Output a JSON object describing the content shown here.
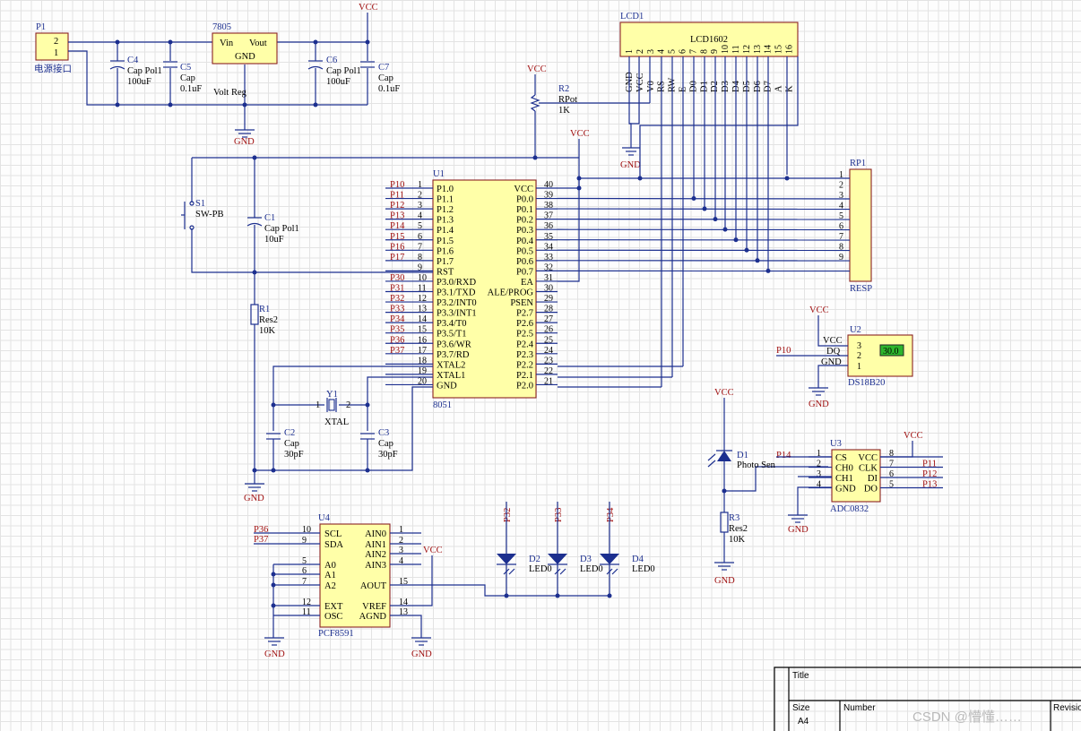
{
  "power": {
    "VCC": "VCC",
    "GND": "GND",
    "p1": {
      "ref": "P1",
      "name": "电源接口",
      "pin1": "1",
      "pin2": "2"
    },
    "reg": {
      "part": "7805",
      "vin": "Vin",
      "vout": "Vout",
      "gnd": "GND",
      "name": "Volt Reg"
    },
    "c4": {
      "ref": "C4",
      "type": "Cap Pol1",
      "value": "100uF"
    },
    "c5": {
      "ref": "C5",
      "type": "Cap",
      "value": "0.1uF"
    },
    "c6": {
      "ref": "C6",
      "type": "Cap Pol1",
      "value": "100uF"
    },
    "c7": {
      "ref": "C7",
      "type": "Cap",
      "value": "0.1uF"
    }
  },
  "lcd": {
    "ref": "LCD1",
    "part": "LCD1602",
    "pin_nums": [
      "1",
      "2",
      "3",
      "4",
      "5",
      "6",
      "7",
      "8",
      "9",
      "10",
      "11",
      "12",
      "13",
      "14",
      "15",
      "16"
    ],
    "pin_names": [
      "GND",
      "VCC",
      "V0",
      "RS",
      "RW",
      "E",
      "D0",
      "D1",
      "D2",
      "D3",
      "D4",
      "D5",
      "D6",
      "D7",
      "A",
      "K"
    ]
  },
  "r2": {
    "ref": "R2",
    "type": "RPot",
    "value": "1K"
  },
  "rp1": {
    "ref": "RP1",
    "name": "RESP",
    "pins": [
      "1",
      "2",
      "3",
      "4",
      "5",
      "6",
      "7",
      "8",
      "9"
    ]
  },
  "mcu": {
    "ref": "U1",
    "part": "8051",
    "left_nets": [
      "P10",
      "P11",
      "P12",
      "P13",
      "P14",
      "P15",
      "P16",
      "P17",
      "",
      "P30",
      "P31",
      "P32",
      "P33",
      "P34",
      "P35",
      "P36",
      "P37"
    ],
    "left_nums": [
      "1",
      "2",
      "3",
      "4",
      "5",
      "6",
      "7",
      "8",
      "9",
      "10",
      "11",
      "12",
      "13",
      "14",
      "15",
      "16",
      "17",
      "18",
      "19",
      "20"
    ],
    "left_names": [
      "P1.0",
      "P1.1",
      "P1.2",
      "P1.3",
      "P1.4",
      "P1.5",
      "P1.6",
      "P1.7",
      "RST",
      "P3.0/RXD",
      "P3.1/TXD",
      "P3.2/INT0",
      "P3.3/INT1",
      "P3.4/T0",
      "P3.5/T1",
      "P3.6/WR",
      "P3.7/RD",
      "XTAL2",
      "XTAL1",
      "GND"
    ],
    "right_nums": [
      "40",
      "39",
      "38",
      "37",
      "36",
      "35",
      "34",
      "33",
      "32",
      "31",
      "30",
      "29",
      "28",
      "27",
      "26",
      "25",
      "24",
      "23",
      "22",
      "21"
    ],
    "right_names": [
      "VCC",
      "P0.0",
      "P0.1",
      "P0.2",
      "P0.3",
      "P0.4",
      "P0.5",
      "P0.6",
      "P0.7",
      "EA",
      "ALE/PROG",
      "PSEN",
      "P2.7",
      "P2.6",
      "P2.5",
      "P2.4",
      "P2.3",
      "P2.2",
      "P2.1",
      "P2.0"
    ]
  },
  "reset": {
    "s1": {
      "ref": "S1",
      "type": "SW-PB"
    },
    "c1": {
      "ref": "C1",
      "type": "Cap Pol1",
      "value": "10uF"
    },
    "r1": {
      "ref": "R1",
      "type": "Res2",
      "value": "10K"
    }
  },
  "osc": {
    "y1": {
      "ref": "Y1",
      "type": "XTAL",
      "pin1": "1",
      "pin2": "2"
    },
    "c2": {
      "ref": "C2",
      "type": "Cap",
      "value": "30pF"
    },
    "c3": {
      "ref": "C3",
      "type": "Cap",
      "value": "30pF"
    }
  },
  "ds18b20": {
    "ref": "U2",
    "part": "DS18B20",
    "net": "P10",
    "pins": [
      "VCC",
      "DQ",
      "GND"
    ],
    "nums": [
      "3",
      "2",
      "1"
    ],
    "reading": "30.0"
  },
  "adc": {
    "ref": "U3",
    "part": "ADC0832",
    "left_nums": [
      "1",
      "2",
      "3",
      "4"
    ],
    "left_names": [
      "CS",
      "CH0",
      "CH1",
      "GND"
    ],
    "right_nums": [
      "8",
      "7",
      "6",
      "5"
    ],
    "right_names": [
      "VCC",
      "CLK",
      "DI",
      "DO"
    ],
    "right_nets": [
      "",
      "P11",
      "P12",
      "P13"
    ],
    "cs_net": "P14"
  },
  "photo": {
    "d1": {
      "ref": "D1",
      "type": "Photo Sen"
    },
    "r3": {
      "ref": "R3",
      "type": "Res2",
      "value": "10K"
    }
  },
  "pcf": {
    "ref": "U4",
    "part": "PCF8591",
    "left_nets": [
      "P36",
      "P37"
    ],
    "left_nums": [
      "10",
      "9",
      "5",
      "6",
      "7",
      "12",
      "11"
    ],
    "left_names": [
      "SCL",
      "SDA",
      "A0",
      "A1",
      "A2",
      "EXT",
      "OSC"
    ],
    "right_nums": [
      "1",
      "2",
      "3",
      "4",
      "15",
      "14",
      "13"
    ],
    "right_names": [
      "AIN0",
      "AIN1",
      "AIN2",
      "AIN3",
      "AOUT",
      "VREF",
      "AGND"
    ]
  },
  "leds": [
    {
      "ref": "D2",
      "type": "LED0",
      "net": "P32"
    },
    {
      "ref": "D3",
      "type": "LED0",
      "net": "P33"
    },
    {
      "ref": "D4",
      "type": "LED0",
      "net": "P34"
    }
  ],
  "title_block": {
    "title": "Title",
    "size": "Size",
    "size_val": "A4",
    "number": "Number",
    "revision": "Revisio"
  },
  "watermark": "CSDN @懵懂……"
}
